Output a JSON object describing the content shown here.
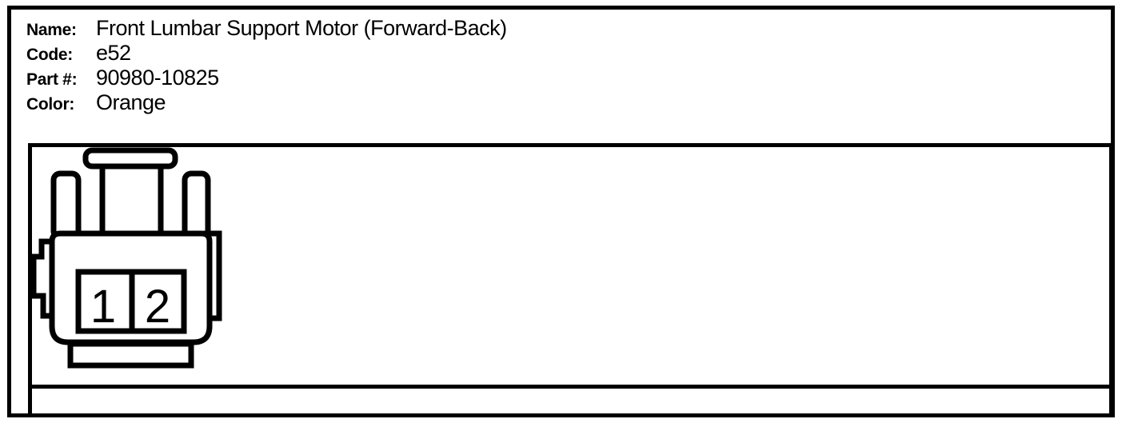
{
  "page": {
    "background_color": "#ffffff",
    "line_color": "#000000"
  },
  "info": {
    "rows": [
      {
        "label": "Name:",
        "value": "Front Lumbar Support Motor (Forward-Back)"
      },
      {
        "label": "Code:",
        "value": "e52"
      },
      {
        "label": "Part #:",
        "value": "90980-10825"
      },
      {
        "label": "Color:",
        "value": "Orange"
      }
    ]
  },
  "connector": {
    "pin_labels": [
      "1",
      "2"
    ],
    "outline_color": "#000000",
    "fill_color": "#ffffff"
  },
  "notes_strip": {
    "text": ""
  }
}
